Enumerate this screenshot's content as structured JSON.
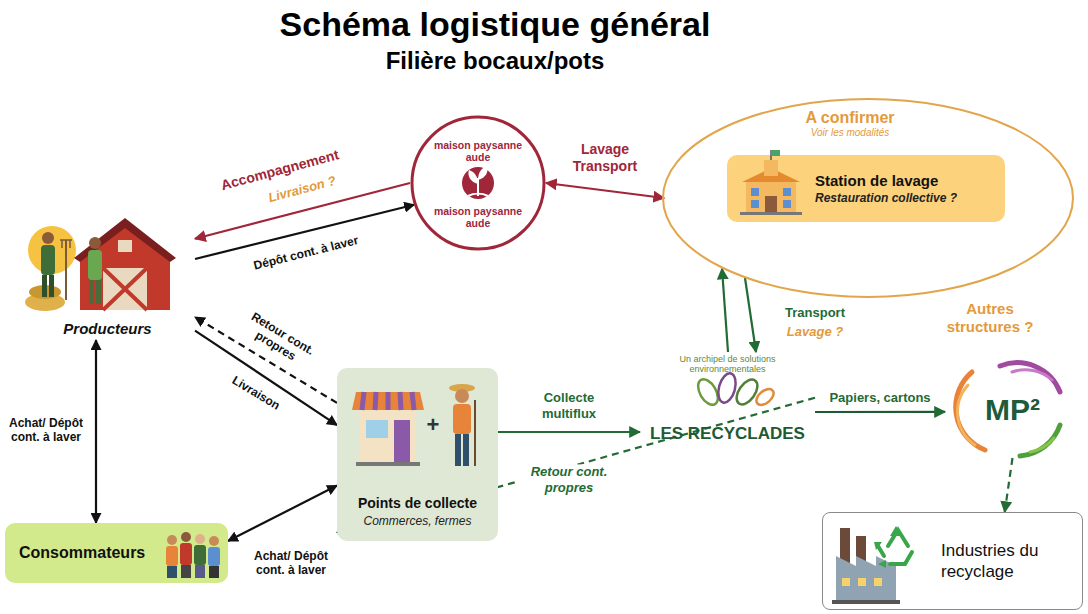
{
  "diagram": {
    "title": "Schéma logistique général",
    "nodes": [
      {
        "text": [
          "maison paysanne aude",
          "maison paysanne aude"
        ]
      },
      {
        "text": [
          "A confirmer",
          "Voir les modalités",
          "Autres structures ?"
        ]
      },
      {
        "text": [
          "Station de lavage",
          "Restauration collective ?"
        ],
        "in": 1
      },
      {
        "text": [
          "Producteurs"
        ]
      },
      {
        "text": [
          "Points de collecte",
          "Commerces, fermes"
        ]
      },
      {
        "text": [
          "Un archipel de solutions environnementales",
          "LES RECYCLADES"
        ]
      },
      {
        "text": [
          "MP²"
        ]
      },
      {
        "text": [
          "Consommateurs"
        ]
      },
      {
        "text": [
          "Industries du recyclage"
        ]
      }
    ],
    "edges": [
      {
        "from": 0,
        "to": 3,
        "label": "Accompagnement",
        "arrow": "to"
      },
      {
        "from": 3,
        "to": 0,
        "label": "Dépôt cont. à laver",
        "arrow": "to"
      },
      {
        "from": 0,
        "to": 1,
        "label": "Lavage Transport",
        "arrow": "both"
      },
      {
        "from": 4,
        "to": 3,
        "label": "Retour cont. propres",
        "arrow": "to"
      },
      {
        "from": 3,
        "to": 4,
        "label": "Livraison",
        "arrow": "to"
      },
      {
        "from": 3,
        "to": 7,
        "label": "Achat/ Dépôt cont. à laver",
        "arrow": "both"
      },
      {
        "from": 7,
        "to": 4,
        "label": "Achat/ Dépôt cont. à laver",
        "arrow": "both"
      },
      {
        "from": 4,
        "to": 5,
        "label": "Collecte multiflux",
        "arrow": "to"
      },
      {
        "from": 5,
        "to": 4,
        "label": "Retour cont. propres",
        "arrow": "to"
      },
      {
        "from": 1,
        "to": 5,
        "label": "Transport",
        "arrow": "to"
      },
      {
        "from": 5,
        "to": 1,
        "label": "Lavage ?",
        "arrow": "to"
      },
      {
        "from": 5,
        "to": 6,
        "label": "Papiers, cartons",
        "arrow": "to"
      },
      {
        "from": 6,
        "to": 8,
        "arrow": "to"
      }
    ],
    "labels": [
      "Filière bocaux/pots",
      "Livraison ?",
      "+"
    ]
  }
}
